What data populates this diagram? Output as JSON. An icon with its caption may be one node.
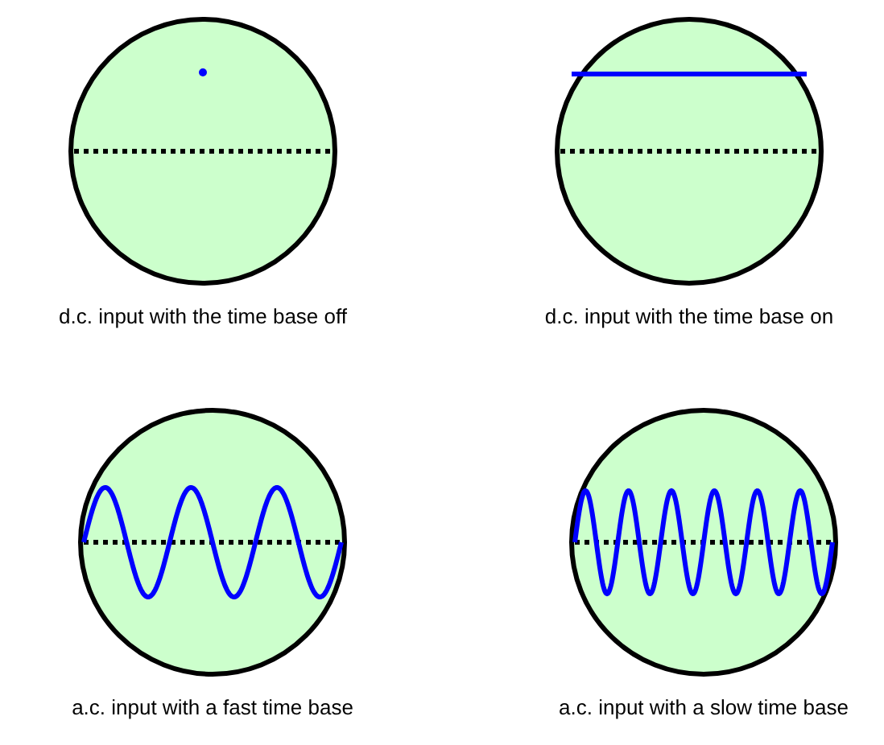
{
  "diagram": {
    "nodes": [
      {
        "text": [],
        "shape": "circle",
        "beside": [
          "d.c. input with the time base off"
        ]
      },
      {
        "text": [],
        "shape": "circle",
        "beside": [
          "d.c. input with the time base on"
        ]
      },
      {
        "text": [],
        "shape": "circle",
        "beside": [
          "a.c. input with a fast time base"
        ]
      },
      {
        "text": [],
        "shape": "circle",
        "beside": [
          "a.c. input with a slow time base"
        ]
      }
    ]
  }
}
